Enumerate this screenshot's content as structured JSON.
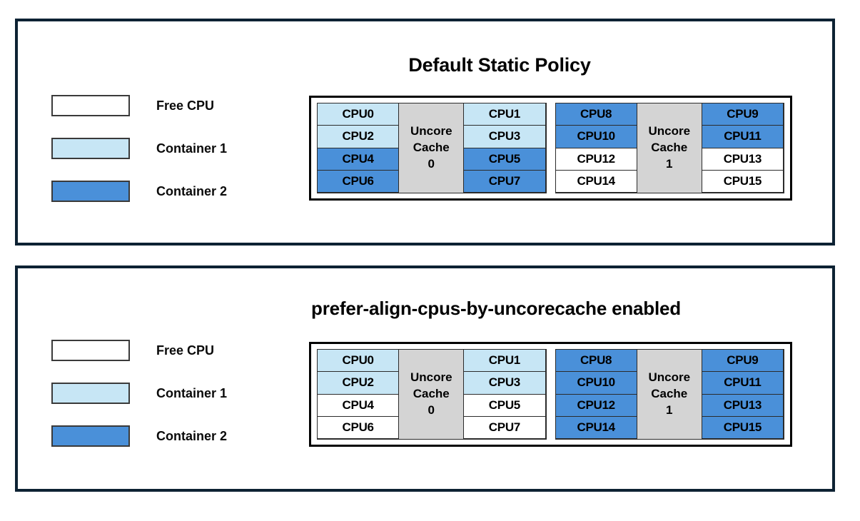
{
  "colors": {
    "panel_border": "#0d2233",
    "free_cpu": "#ffffff",
    "container_1": "#c7e6f5",
    "container_2": "#4a90d9",
    "uncore_cache": "#d4d4d4",
    "cell_border": "#2b2b2b"
  },
  "legend_labels": {
    "free": "Free CPU",
    "container_1": "Container 1",
    "container_2": "Container 2"
  },
  "panels": [
    {
      "title": "Default Static Policy",
      "legend": [
        {
          "label": "Free CPU",
          "state": "free"
        },
        {
          "label": "Container 1",
          "state": "container1"
        },
        {
          "label": "Container 2",
          "state": "container2"
        }
      ],
      "cache_groups": [
        {
          "cache_label_line1": "Uncore",
          "cache_label_line2": "Cache",
          "cache_label_line3": "0",
          "left_column": [
            {
              "label": "CPU0",
              "state": "container1"
            },
            {
              "label": "CPU2",
              "state": "container1"
            },
            {
              "label": "CPU4",
              "state": "container2"
            },
            {
              "label": "CPU6",
              "state": "container2"
            }
          ],
          "right_column": [
            {
              "label": "CPU1",
              "state": "container1"
            },
            {
              "label": "CPU3",
              "state": "container1"
            },
            {
              "label": "CPU5",
              "state": "container2"
            },
            {
              "label": "CPU7",
              "state": "container2"
            }
          ]
        },
        {
          "cache_label_line1": "Uncore",
          "cache_label_line2": "Cache",
          "cache_label_line3": "1",
          "left_column": [
            {
              "label": "CPU8",
              "state": "container2"
            },
            {
              "label": "CPU10",
              "state": "container2"
            },
            {
              "label": "CPU12",
              "state": "free"
            },
            {
              "label": "CPU14",
              "state": "free"
            }
          ],
          "right_column": [
            {
              "label": "CPU9",
              "state": "container2"
            },
            {
              "label": "CPU11",
              "state": "container2"
            },
            {
              "label": "CPU13",
              "state": "free"
            },
            {
              "label": "CPU15",
              "state": "free"
            }
          ]
        }
      ]
    },
    {
      "title": "prefer-align-cpus-by-uncorecache enabled",
      "legend": [
        {
          "label": "Free CPU",
          "state": "free"
        },
        {
          "label": "Container 1",
          "state": "container1"
        },
        {
          "label": "Container 2",
          "state": "container2"
        }
      ],
      "cache_groups": [
        {
          "cache_label_line1": "Uncore",
          "cache_label_line2": "Cache",
          "cache_label_line3": "0",
          "left_column": [
            {
              "label": "CPU0",
              "state": "container1"
            },
            {
              "label": "CPU2",
              "state": "container1"
            },
            {
              "label": "CPU4",
              "state": "free"
            },
            {
              "label": "CPU6",
              "state": "free"
            }
          ],
          "right_column": [
            {
              "label": "CPU1",
              "state": "container1"
            },
            {
              "label": "CPU3",
              "state": "container1"
            },
            {
              "label": "CPU5",
              "state": "free"
            },
            {
              "label": "CPU7",
              "state": "free"
            }
          ]
        },
        {
          "cache_label_line1": "Uncore",
          "cache_label_line2": "Cache",
          "cache_label_line3": "1",
          "left_column": [
            {
              "label": "CPU8",
              "state": "container2"
            },
            {
              "label": "CPU10",
              "state": "container2"
            },
            {
              "label": "CPU12",
              "state": "container2"
            },
            {
              "label": "CPU14",
              "state": "container2"
            }
          ],
          "right_column": [
            {
              "label": "CPU9",
              "state": "container2"
            },
            {
              "label": "CPU11",
              "state": "container2"
            },
            {
              "label": "CPU13",
              "state": "container2"
            },
            {
              "label": "CPU15",
              "state": "container2"
            }
          ]
        }
      ]
    }
  ]
}
